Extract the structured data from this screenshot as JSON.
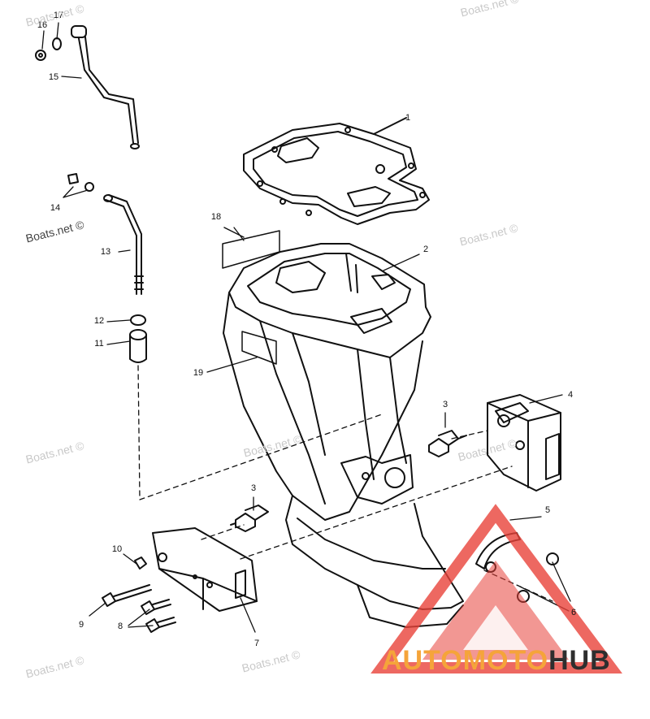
{
  "callouts": {
    "c1": "1",
    "c2": "2",
    "c3a": "3",
    "c3b": "3",
    "c4": "4",
    "c5": "5",
    "c6": "6",
    "c7": "7",
    "c8": "8",
    "c9": "9",
    "c10": "10",
    "c11": "11",
    "c12": "12",
    "c13": "13",
    "c14": "14",
    "c15": "15",
    "c16": "16",
    "c17": "17",
    "c18": "18",
    "c19": "19"
  },
  "watermarks": {
    "w1": "Boats.net ©",
    "w2": "Boats.net ©",
    "w3": "Boats.net ©",
    "w4": "Boats.net ©",
    "w5": "Boats.net ©",
    "w6": "Boats.net ©",
    "w7": "Boats.net ©",
    "w8": "Boats.net ©",
    "w9": "Boats.net ©"
  },
  "brand": {
    "part1": "AUTOMOTO",
    "part2": "HUB"
  },
  "colors": {
    "line": "#111111",
    "logo_red": "#e8423a",
    "logo_orange": "#f5a43a",
    "brand_dark": "#2e2e2e"
  }
}
